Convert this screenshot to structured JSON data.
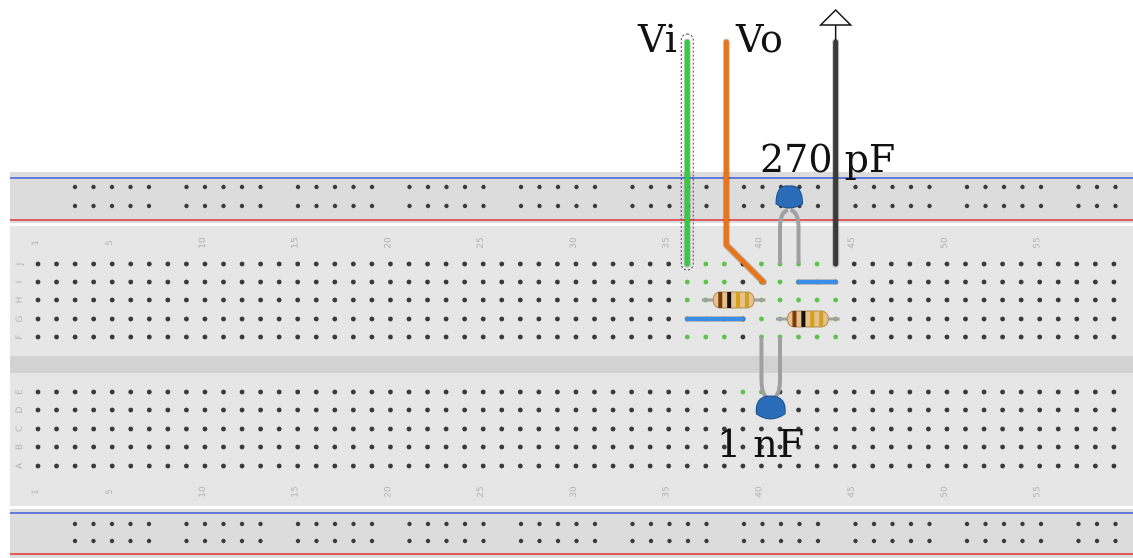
{
  "labels": {
    "vi": "Vi",
    "vo": "Vo",
    "c_top": "270 pF",
    "c_bottom": "1 nF"
  },
  "breadboard": {
    "row_letters_top": [
      "J",
      "I",
      "H",
      "G",
      "F"
    ],
    "row_letters_bottom": [
      "E",
      "D",
      "C",
      "B",
      "A"
    ],
    "column_numbers": [
      "1",
      "5",
      "10",
      "15",
      "20",
      "25",
      "30",
      "35",
      "40",
      "45",
      "50",
      "55"
    ]
  },
  "colors": {
    "board": "#e6e6e6",
    "rail": "#dcdcdc",
    "rail_blue": "#3b5bdb",
    "rail_red": "#e03131",
    "hole": "#3a3a3a",
    "hole_active": "#5cc44a",
    "wire_vi": "#2fcf3c",
    "wire_vo": "#e8741c",
    "wire_gnd": "#3a3a3a",
    "jumper": "#3b8ee8",
    "capacitor": "#2b6cb8",
    "cap_leg": "#a0a0a0",
    "resistor_body": "#e8c089"
  },
  "icons": {
    "ground": "ground-arrow-icon"
  }
}
